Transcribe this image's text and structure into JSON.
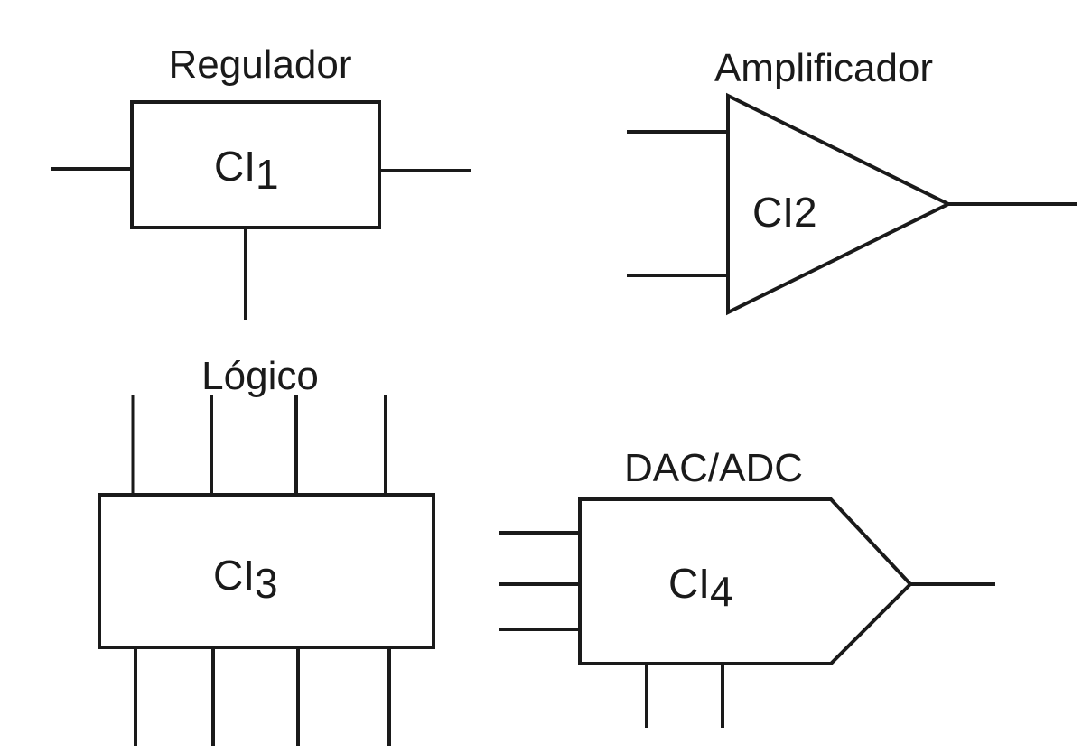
{
  "components": [
    {
      "id": "ci1",
      "title": "Regulador",
      "label": "CI",
      "sub": "1"
    },
    {
      "id": "ci2",
      "title": "Amplificador",
      "label": "CI",
      "sub": "2"
    },
    {
      "id": "ci3",
      "title": "Lógico",
      "label": "CI",
      "sub": "3"
    },
    {
      "id": "ci4",
      "title": "DAC/ADC",
      "label": "CI",
      "sub": "4"
    }
  ],
  "colors": {
    "stroke": "#1a1a1a",
    "background": "#ffffff"
  }
}
